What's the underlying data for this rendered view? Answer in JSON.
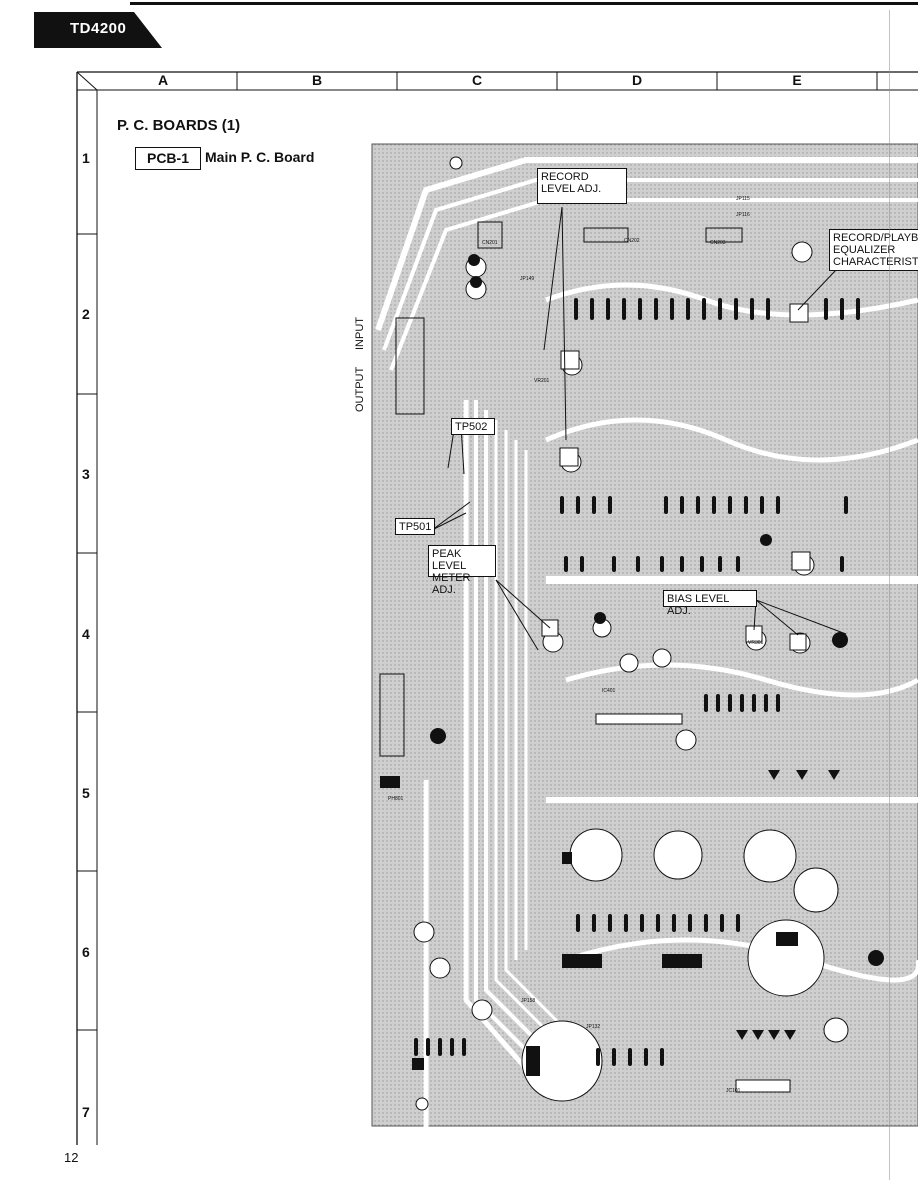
{
  "header": {
    "model": "TD4200",
    "page_number": "12"
  },
  "grid": {
    "columns": [
      "A",
      "B",
      "C",
      "D",
      "E"
    ],
    "rows": [
      "1",
      "2",
      "3",
      "4",
      "5",
      "6",
      "7"
    ]
  },
  "section_title": "P. C. BOARDS (1)",
  "board": {
    "id": "PCB-1",
    "name": "Main P. C. Board"
  },
  "callouts": {
    "record_level": "RECORD LEVEL ADJ.",
    "record_eq": "RECORD/PLAYBACK EQUALIZER CHARACTERISTICS",
    "tp502": "TP502",
    "tp501": "TP501",
    "peak_meter": "PEAK LEVEL METER ADJ.",
    "bias_level": "BIAS LEVEL ADJ."
  },
  "io_labels": {
    "input": "INPUT",
    "output": "OUTPUT"
  },
  "colors": {
    "ink": "#111111",
    "board_gray": "#cfcfcf",
    "trace_white": "#ffffff"
  }
}
